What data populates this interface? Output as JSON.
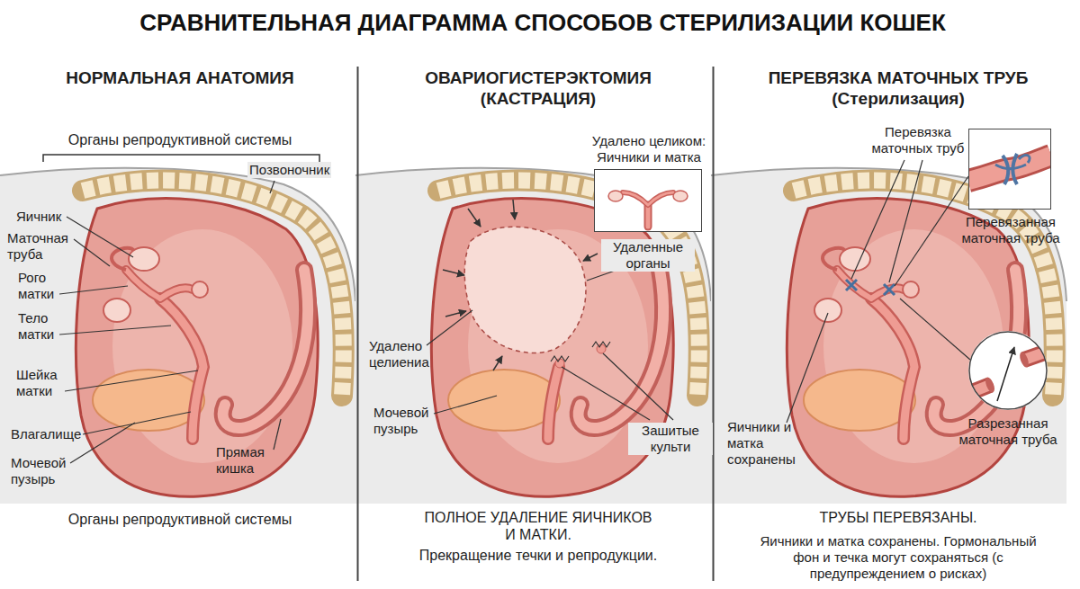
{
  "diagram": {
    "title": "СРАВНИТЕЛЬНАЯ ДИАГРАММА СПОСОБОВ СТЕРИЛИЗАЦИИ КОШЕК",
    "nodes": [
      {
        "text": [
          "Удалено целиком: Яичники и матка"
        ]
      },
      {
        "text": [
          "Перевязанная маточная труба"
        ]
      },
      {
        "text": [
          "Разрезанная маточная труба"
        ]
      }
    ],
    "labels": [
      "НОРМАЛЬНАЯ АНАТОМИЯ",
      "ОВАРИОГИСТЕРЭКТОМИЯ (КАСТРАЦИЯ)",
      "ПЕРЕВЯЗКА МАТОЧНЫХ ТРУБ (Стерилизация)",
      "Органы репродуктивной системы",
      "Позвоночник",
      "Яичник",
      "Маточная труба",
      "Рого матки",
      "Тело матки",
      "Шейка матки",
      "Влагалище",
      "Мочевой пузырь",
      "Прямая кишка",
      "Органы репродуктивной системы",
      "Удаленные органы",
      "Удалено целиениа",
      "Мочевой пузырь",
      "Зашитые культи",
      "ПОЛНОЕ УДАЛЕНИЕ ЯИЧНИКОВ И МАТКИ.",
      "Прекращение течки и репродукции.",
      "Перевязка маточных труб",
      "Яичники и матка сохранены",
      "ТРУБЫ ПЕРЕВЯЗАНЫ.",
      "Яичники и матка сохранены. Гормональный фон и течка могут сохраняться (с предупреждением о рисках)"
    ]
  }
}
